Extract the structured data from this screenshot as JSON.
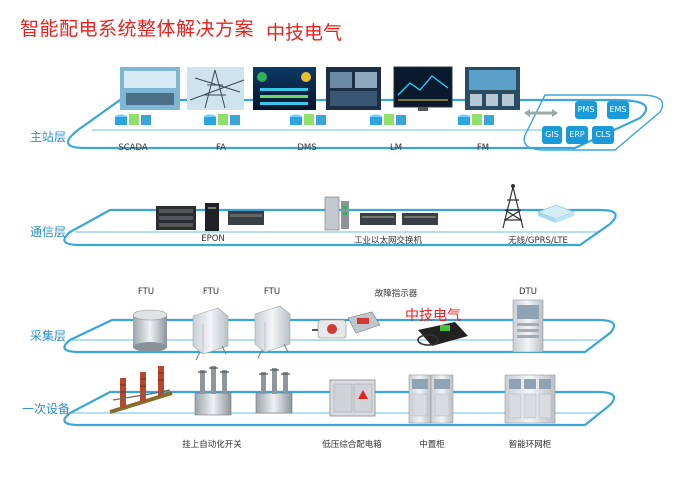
{
  "title": "智能配电系统整体解决方案",
  "brand": "中技电气",
  "watermark": "中技电气",
  "colors": {
    "accent": "#e8231f",
    "line": "#2b8fc6",
    "badge": "#1a9ad8"
  },
  "layers": [
    {
      "label": "主站层"
    },
    {
      "label": "通信层"
    },
    {
      "label": "采集层"
    },
    {
      "label": "一次设备"
    }
  ],
  "master_station": {
    "systems": [
      "SCADA",
      "FA",
      "DMS",
      "LM",
      "FM"
    ],
    "badges": [
      "PMS",
      "EMS",
      "GIS",
      "ERP",
      "CLS"
    ]
  },
  "communication": {
    "labels": [
      "EPON",
      "工业以太网交换机",
      "无线/GPRS/LTE"
    ]
  },
  "acquisition": {
    "labels": [
      "FTU",
      "FTU",
      "FTU",
      "故障指示器",
      "DTU"
    ]
  },
  "primary": {
    "labels": [
      "挂上自动化开关",
      "低压综合配电箱",
      "中置柜",
      "智能环网柜"
    ]
  }
}
